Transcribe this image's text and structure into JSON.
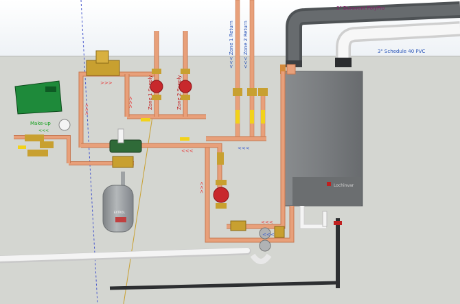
{
  "labels": {
    "duravent": "3\" Duravent PolyPro",
    "pvc": "3\" Schedule 40 PVC",
    "zone1_return": "<<< Zone 1 Return",
    "zone2_return": "<<< Zone 2 Return",
    "zone1_supply": "Zone 1 Supply",
    "zone2_supply": "Zone 2 Supply",
    "makeup": "Make-up",
    "makeup_arrows": "<<<",
    "boiler_brand": "Lochinvar",
    "tank_label": "EXTROL"
  },
  "flow_arrows": {
    "right": ">>>",
    "left": "<<<",
    "up": ">>>",
    "down": "<<<"
  },
  "colors": {
    "copper": "#e8a07a",
    "copper_dark": "#c87850",
    "flue_gray": "#5f6366",
    "pvc_white": "#f4f4f4",
    "boiler": "#7d8082",
    "pump_red": "#c8282c",
    "valve_brass": "#c8a030",
    "handle_yellow": "#f2d21a",
    "arrow_red": "#e83030",
    "arrow_blue": "#3355cc",
    "controller_green": "#1e8a3a",
    "tank_gray": "#9ea2a4"
  }
}
